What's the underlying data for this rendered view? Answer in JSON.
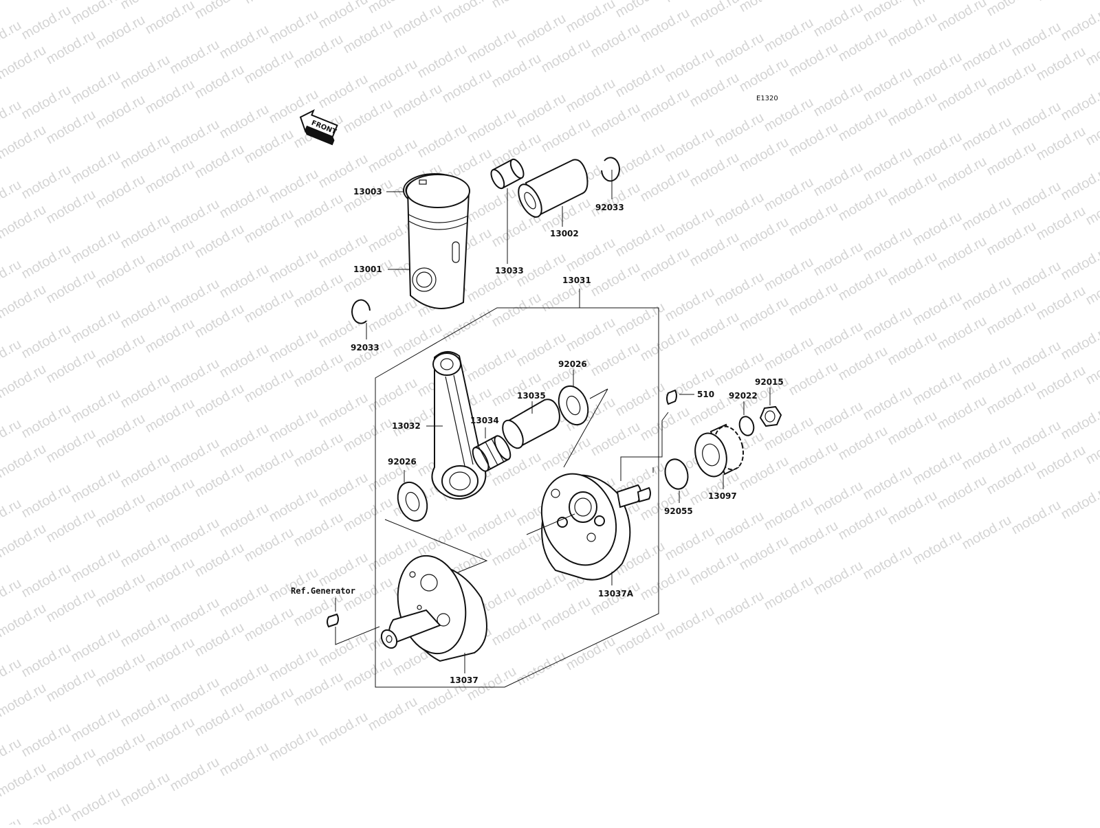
{
  "diagram_code": "E1320",
  "front_label": "FRONT",
  "ref_label": "Ref.Generator",
  "watermark": "motod.ru",
  "parts": {
    "p13003": "13003",
    "p13002": "13002",
    "p92033_top": "92033",
    "p13033": "13033",
    "p13001": "13001",
    "p13031": "13031",
    "p92033_left": "92033",
    "p92026_top": "92026",
    "p13035": "13035",
    "p13034": "13034",
    "p13032": "13032",
    "p510": "510",
    "p92022": "92022",
    "p92015": "92015",
    "p92026_left": "92026",
    "p92055": "92055",
    "p13097": "13097",
    "p13037A": "13037A",
    "p13037": "13037"
  },
  "colors": {
    "line": "#111111",
    "watermark": "#d4d4d4",
    "background": "#ffffff"
  }
}
